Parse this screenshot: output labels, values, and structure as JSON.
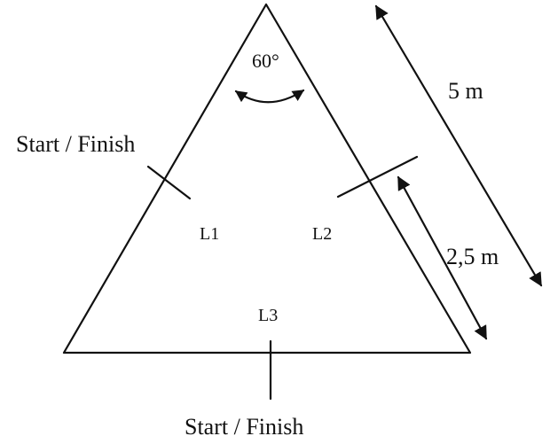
{
  "angle_label": "60°",
  "lengths": {
    "side": "5 m",
    "half": "2,5 m"
  },
  "segments": {
    "l1": "L1",
    "l2": "L2",
    "l3": "L3"
  },
  "start_finish": {
    "top_left": "Start / Finish",
    "bottom": "Start / Finish"
  }
}
